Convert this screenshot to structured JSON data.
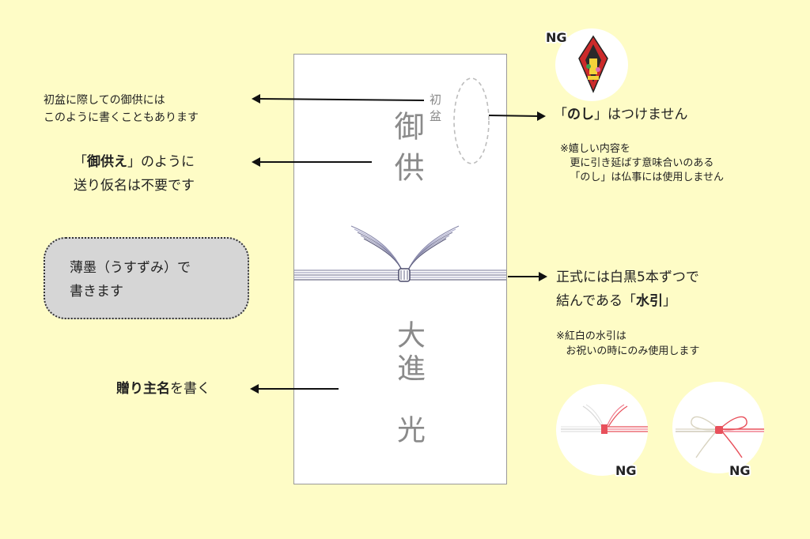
{
  "envelope": {
    "top_small": "初盆",
    "title": "御供",
    "sender": "大進",
    "sender_given": "光"
  },
  "left": {
    "hatsubon_note_line1": "初盆に際しての御供には",
    "hatsubon_note_line2": "このように書くこともあります",
    "okuri_quote_open": "「",
    "okuri_bold": "御供え",
    "okuri_rest": "」のように",
    "okuri_line2": "送り仮名は不要です",
    "sumi_line1": "薄墨（うすずみ）で",
    "sumi_line2": "書きます",
    "sender_bold": "贈り主名",
    "sender_rest": "を書く"
  },
  "right": {
    "noshi_open": "「",
    "noshi_bold": "のし",
    "noshi_rest": "」はつけません",
    "noshi_note_line1": "※嬉しい内容を",
    "noshi_note_line2": "更に引き延ばす意味合いのある",
    "noshi_note_line3": "「のし」は仏事には使用しません",
    "mizuhiki_line1": "正式には白黒5本ずつで",
    "mizuhiki_line2_start": "結んである「",
    "mizuhiki_bold": "水引",
    "mizuhiki_line2_end": "」",
    "kohaku_note_line1": "※紅白の水引は",
    "kohaku_note_line2": "お祝いの時にのみ使用します"
  },
  "ng_labels": {
    "noshi": "NG",
    "kohaku_musubikiri": "NG",
    "kohaku_chouchou": "NG"
  },
  "colors": {
    "background": "#fefcc6",
    "ink": "#8a8a8a",
    "mizuhiki_dark": "#4a4a6a",
    "kohaku_red": "#e8505b",
    "sumi_box": "#d6d6d6"
  },
  "icons": [
    "noshi-icon",
    "kohaku-musubikiri-icon",
    "kohaku-chouchou-icon",
    "arrow-left-icon",
    "arrow-right-icon"
  ]
}
